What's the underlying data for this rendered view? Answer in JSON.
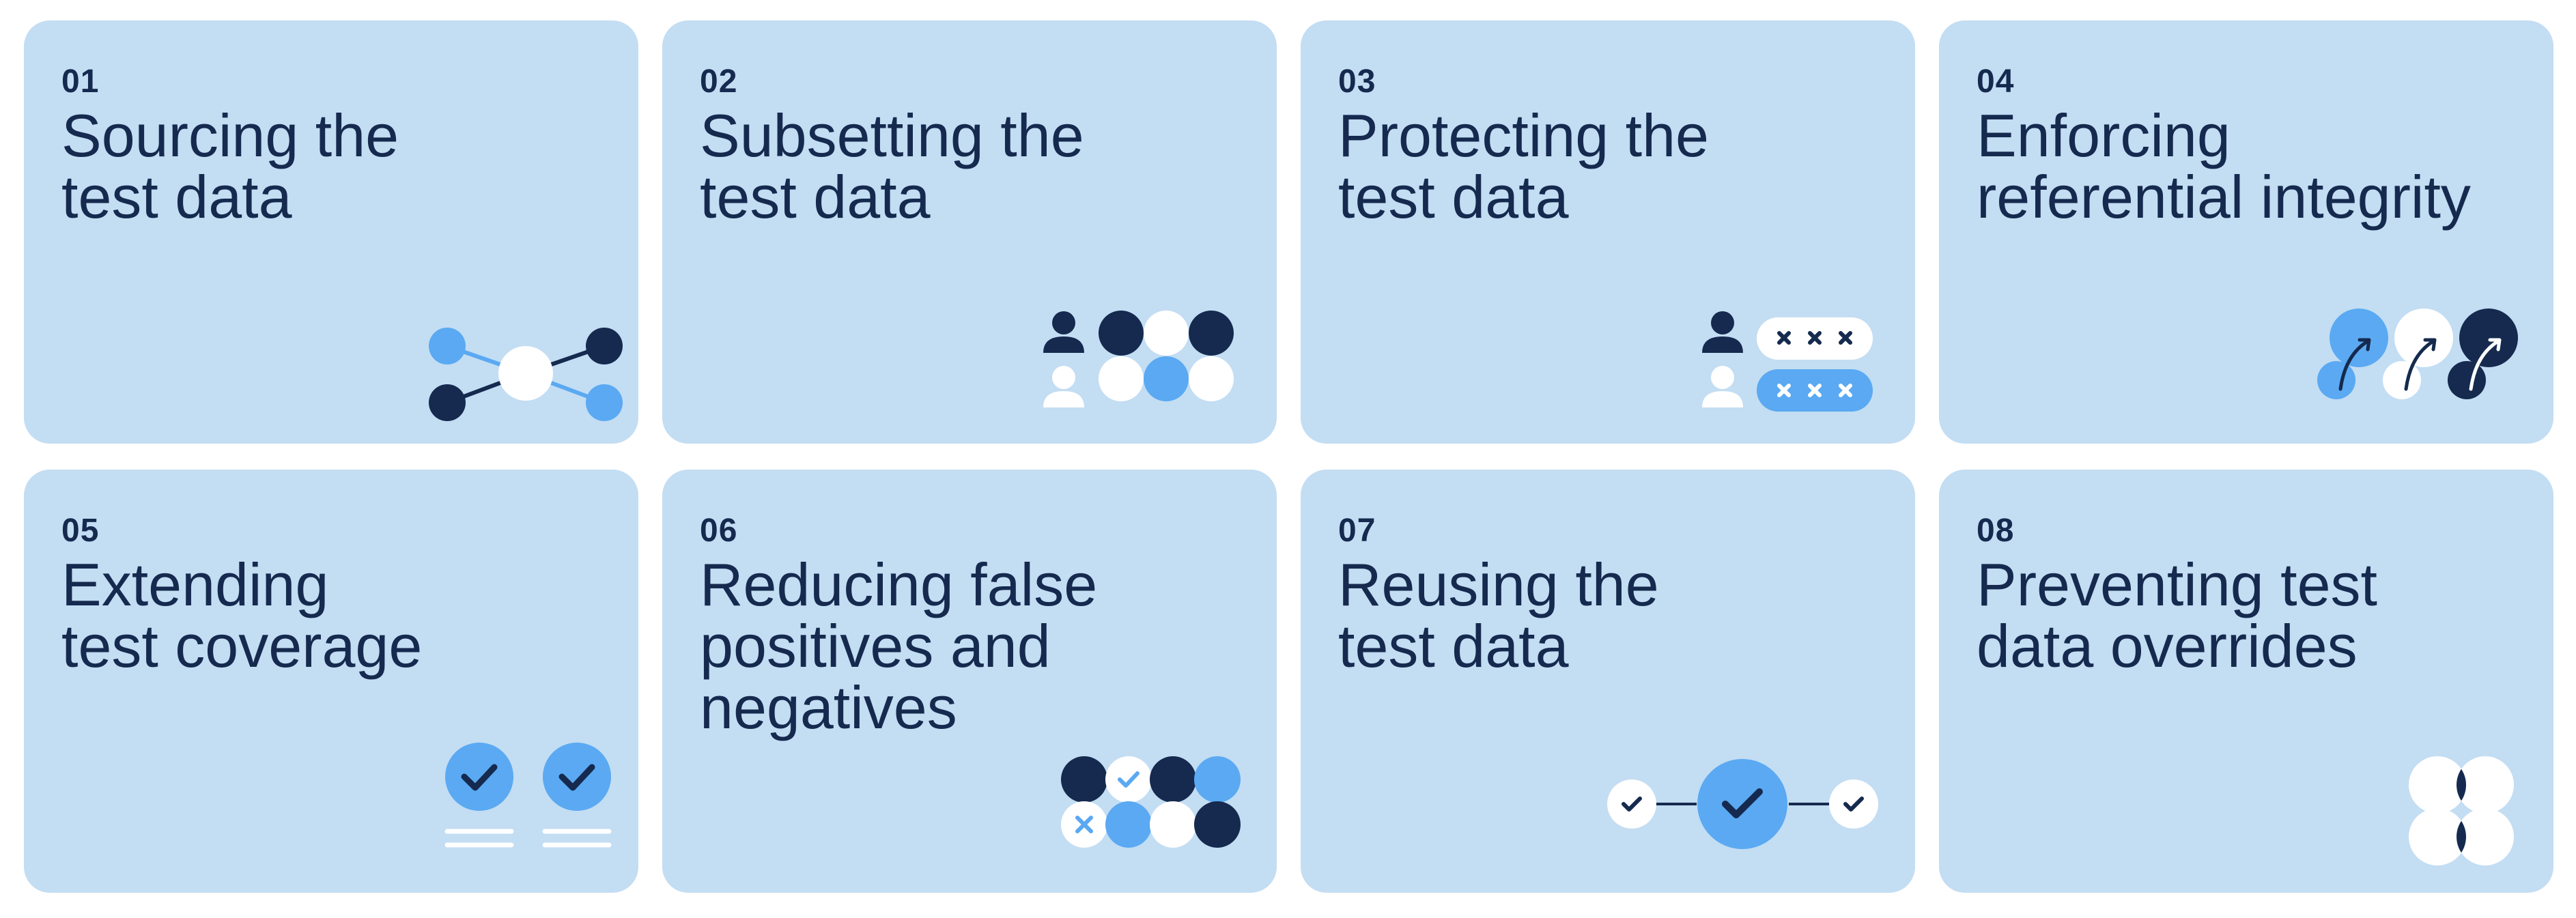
{
  "colors": {
    "card_bg": "#c3ddf3",
    "navy": "#152a4e",
    "blue": "#5aa9f2",
    "white": "#ffffff"
  },
  "cards": [
    {
      "number": "01",
      "title": "Sourcing the\ntest data",
      "icon": "network-nodes-icon"
    },
    {
      "number": "02",
      "title": "Subsetting the\ntest data",
      "icon": "users-subset-grid-icon"
    },
    {
      "number": "03",
      "title": "Protecting the\ntest data",
      "icon": "users-masked-data-icon"
    },
    {
      "number": "04",
      "title": "Enforcing\nreferential integrity",
      "icon": "linked-circles-arrows-icon"
    },
    {
      "number": "05",
      "title": "Extending\ntest coverage",
      "icon": "double-checkmark-list-icon"
    },
    {
      "number": "06",
      "title": "Reducing false\npositives and\nnegatives",
      "icon": "check-cross-grid-icon"
    },
    {
      "number": "07",
      "title": "Reusing the\ntest data",
      "icon": "connected-checkmarks-icon"
    },
    {
      "number": "08",
      "title": "Preventing test\ndata overrides",
      "icon": "overlapping-circles-icon"
    }
  ]
}
